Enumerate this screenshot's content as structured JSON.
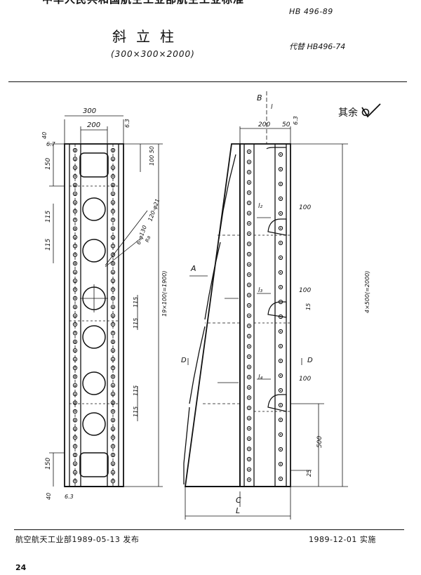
{
  "header": {
    "org_title": "中华人民共和国航空工业部航空工业标准",
    "std_no": "HB 496-89",
    "replaces": "代替 HB496-74",
    "part_name": "斜立柱",
    "part_size": "(300×300×2000)"
  },
  "roughness_note": "其余",
  "drawing": {
    "left_view": {
      "width_top": "300",
      "inner_width": "200",
      "roughness_top": "6.3",
      "dim_40_top": "40",
      "dim_6_7": "6.7",
      "dim_150_top": "150",
      "dim_100_50": "100  50",
      "dim_115_a": "115",
      "dim_115_b": "115",
      "holes_note_1": "120-φ21",
      "holes_note_2": "6-φ130",
      "ra": "Ra",
      "pitch_total": "19×100(=1900)",
      "dim_115_c": "115",
      "dim_115_d": "115",
      "dim_115_e": "115",
      "dim_115_f": "115",
      "dim_150_bot": "150",
      "dim_40_bot": "40",
      "roughness_bot": "6.3"
    },
    "right_view": {
      "view_b": "B",
      "mark_l_top": "l",
      "dim_200": "200",
      "dim_50": "50",
      "roughness_top": "6.3",
      "label_a": "A",
      "label_d_left": "D",
      "label_d_right": "D",
      "l2": "l₂",
      "l3": "l₃",
      "l4": "l₄",
      "dim_100_a": "100",
      "dim_100_b": "100",
      "dim_100_c": "100",
      "dim_15": "15",
      "pitch_total": "4×500(=2000)",
      "dim_500": "500",
      "dim_25": "25",
      "label_c": "C",
      "label_l": "L"
    }
  },
  "footer": {
    "issued": "航空航天工业部1989-05-13  发布",
    "effective": "1989-12-01 实施",
    "page": "24"
  }
}
